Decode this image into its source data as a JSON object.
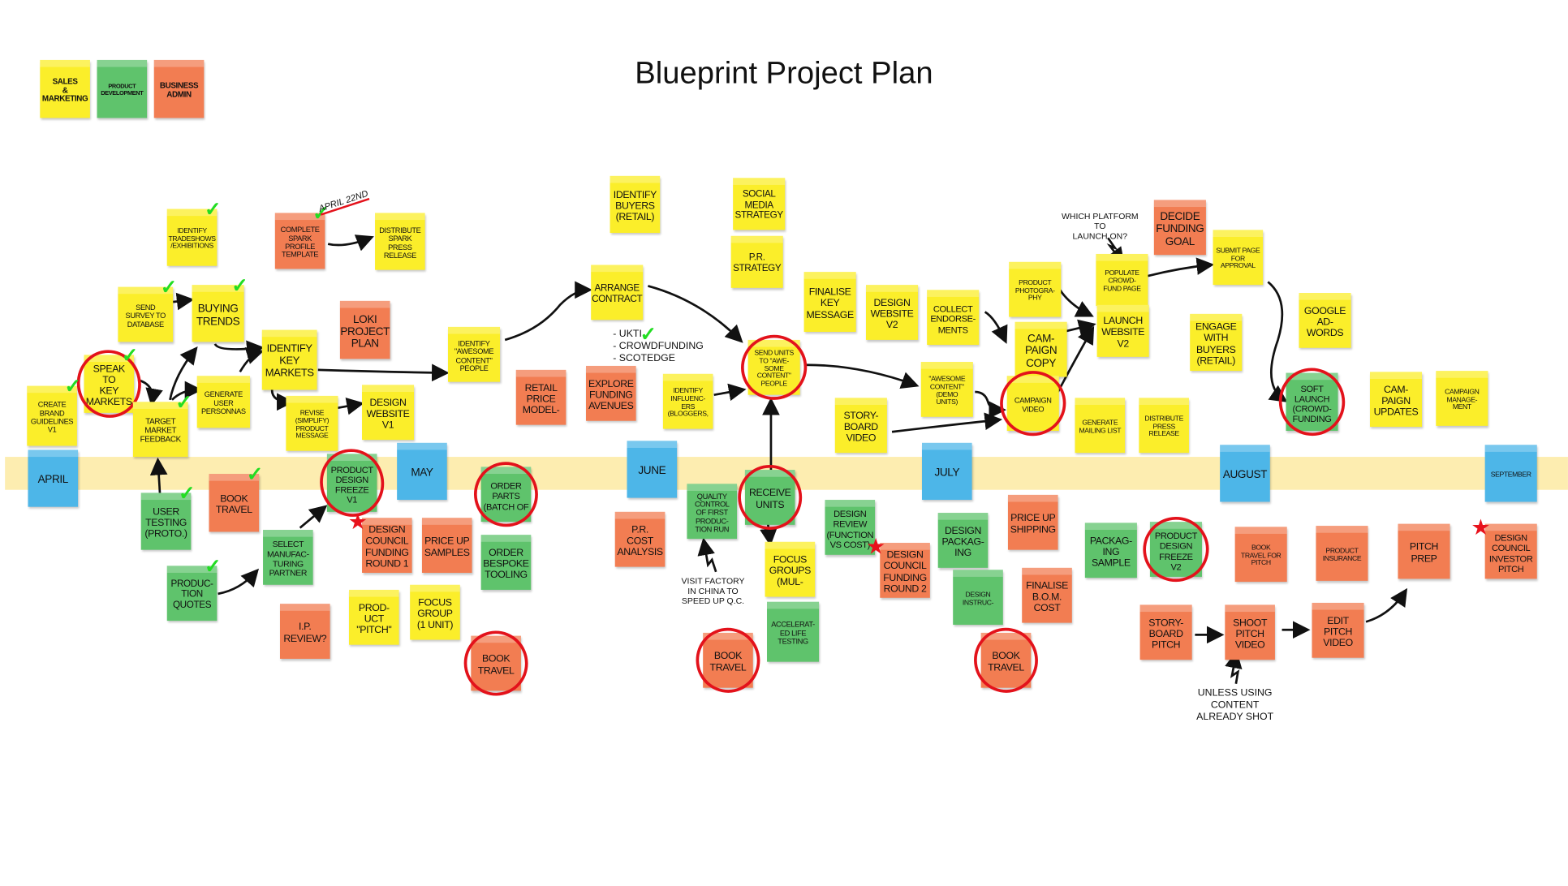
{
  "title": "Blueprint Project Plan",
  "colors": {
    "sales_marketing": "#fbee2a",
    "product_development": "#5fc36c",
    "business_admin": "#f27d52",
    "month": "#4db6e8",
    "timeline": "#fdedb0",
    "circle": "#e3121b",
    "check": "#22dd22"
  },
  "legend": [
    {
      "label": "SALES\n&\nMARKETING",
      "category": "sales_marketing"
    },
    {
      "label": "PRODUCT\nDEVELOPMENT",
      "category": "product_development"
    },
    {
      "label": "BUSINESS\nADMIN",
      "category": "business_admin"
    }
  ],
  "months": [
    "APRIL",
    "MAY",
    "JUNE",
    "JULY",
    "AUGUST",
    "SEPTEMBER"
  ],
  "annotations": {
    "april_22nd": "APRIL 22ND",
    "funding_list": "- UKTI\n- CROWDFUNDING\n- SCOTEDGE",
    "which_platform": "WHICH PLATFORM TO\nLAUNCH ON?",
    "visit_factory": "VISIT FACTORY\nIN CHINA TO\nSPEED UP Q.C.",
    "unless_using": "UNLESS USING\nCONTENT\nALREADY SHOT"
  },
  "notes": [
    {
      "text": "IDENTIFY\nTRADESHOWS\n/EXHIBITIONS",
      "category": "sales_marketing",
      "done": true
    },
    {
      "text": "COMPLETE\nSPARK\nPROFILE\nTEMPLATE",
      "category": "business_admin",
      "done": true
    },
    {
      "text": "DISTRIBUTE\nSPARK PRESS\nRELEASE",
      "category": "sales_marketing"
    },
    {
      "text": "SEND\nSURVEY TO\nDATABASE",
      "category": "sales_marketing",
      "done": true
    },
    {
      "text": "BUYING\nTRENDS",
      "category": "sales_marketing",
      "done": true
    },
    {
      "text": "LOKI\nPROJECT\nPLAN",
      "category": "business_admin"
    },
    {
      "text": "IDENTIFY\nKEY\nMARKETS",
      "category": "sales_marketing"
    },
    {
      "text": "SPEAK TO\nKEY\nMARKETS",
      "category": "sales_marketing",
      "done": true,
      "circled": true
    },
    {
      "text": "CREATE\nBRAND\nGUIDELINES\nV1",
      "category": "sales_marketing",
      "done": true
    },
    {
      "text": "TARGET\nMARKET\nFEEDBACK",
      "category": "sales_marketing",
      "done": true
    },
    {
      "text": "GENERATE\nUSER\nPERSONNAS",
      "category": "sales_marketing"
    },
    {
      "text": "REVISE\n(SIMPLIFY)\nPRODUCT\nMESSAGE",
      "category": "sales_marketing"
    },
    {
      "text": "DESIGN\nWEBSITE\nV1",
      "category": "sales_marketing"
    },
    {
      "text": "IDENTIFY\n\"AWESOME\nCONTENT\"\nPEOPLE",
      "category": "sales_marketing"
    },
    {
      "text": "IDENTIFY\nBUYERS\n(RETAIL)",
      "category": "sales_marketing"
    },
    {
      "text": "ARRANGE\nCONTRACT",
      "category": "sales_marketing"
    },
    {
      "text": "SOCIAL\nMEDIA\nSTRATEGY",
      "category": "sales_marketing"
    },
    {
      "text": "P.R.\nSTRATEGY",
      "category": "sales_marketing"
    },
    {
      "text": "FINALISE\nKEY\nMESSAGE",
      "category": "sales_marketing"
    },
    {
      "text": "DESIGN\nWEBSITE\nV2",
      "category": "sales_marketing"
    },
    {
      "text": "COLLECT\nENDORSE-\nMENTS",
      "category": "sales_marketing"
    },
    {
      "text": "RETAIL\nPRICE\nMODEL-",
      "category": "business_admin"
    },
    {
      "text": "EXPLORE\nFUNDING\nAVENUES",
      "category": "business_admin"
    },
    {
      "text": "IDENTIFY\nINFLUENC-\nERS\n(BLOGGERS,",
      "category": "sales_marketing"
    },
    {
      "text": "SEND UNITS\nTO \"AWE-\nSOME\nCONTENT\"\nPEOPLE",
      "category": "sales_marketing",
      "circled": true
    },
    {
      "text": "STORY-\nBOARD\nVIDEO",
      "category": "sales_marketing"
    },
    {
      "text": "\"AWESOME\nCONTENT\"\n(DEMO\nUNITS)",
      "category": "sales_marketing"
    },
    {
      "text": "PRODUCT\nPHOTOGRA-\nPHY",
      "category": "sales_marketing"
    },
    {
      "text": "CAM-\nPAIGN\nCOPY",
      "category": "sales_marketing"
    },
    {
      "text": "CAMPAIGN\nVIDEO",
      "category": "sales_marketing",
      "circled": true
    },
    {
      "text": "POPULATE\nCROWD-\nFUND PAGE",
      "category": "sales_marketing"
    },
    {
      "text": "LAUNCH\nWEBSITE\nV2",
      "category": "sales_marketing"
    },
    {
      "text": "DECIDE\nFUNDING\nGOAL",
      "category": "business_admin"
    },
    {
      "text": "SUBMIT PAGE\nFOR\nAPPROVAL",
      "category": "sales_marketing"
    },
    {
      "text": "GENERATE\nMAILING LIST",
      "category": "sales_marketing"
    },
    {
      "text": "DISTRIBUTE\nPRESS\nRELEASE",
      "category": "sales_marketing"
    },
    {
      "text": "ENGAGE\nWITH\nBUYERS\n(RETAIL)",
      "category": "sales_marketing"
    },
    {
      "text": "GOOGLE\nAD-\nWORDS",
      "category": "sales_marketing"
    },
    {
      "text": "SOFT\nLAUNCH\n(CROWD-\nFUNDING",
      "category": "product_development",
      "circled": true
    },
    {
      "text": "CAM-\nPAIGN\nUPDATES",
      "category": "sales_marketing"
    },
    {
      "text": "CAMPAIGN\nMANAGE-\nMENT",
      "category": "sales_marketing"
    },
    {
      "text": "USER\nTESTING\n(PROTO.)",
      "category": "product_development",
      "done": true
    },
    {
      "text": "BOOK\nTRAVEL",
      "category": "business_admin",
      "done": true
    },
    {
      "text": "PRODUCT\nDESIGN\nFREEZE\nV1",
      "category": "product_development",
      "circled": true
    },
    {
      "text": "PRODUC-\nTION\nQUOTES",
      "category": "product_development",
      "done": true
    },
    {
      "text": "SELECT\nMANUFAC-\nTURING\nPARTNER",
      "category": "product_development"
    },
    {
      "text": "DESIGN\nCOUNCIL\nFUNDING\nROUND 1",
      "category": "business_admin",
      "starred": true
    },
    {
      "text": "PRICE UP\nSAMPLES",
      "category": "business_admin"
    },
    {
      "text": "ORDER\nPARTS\n(BATCH OF",
      "category": "product_development",
      "circled": true
    },
    {
      "text": "ORDER\nBESPOKE\nTOOLING",
      "category": "product_development"
    },
    {
      "text": "I.P.\nREVIEW?",
      "category": "business_admin"
    },
    {
      "text": "PROD-\nUCT\n\"PITCH\"",
      "category": "sales_marketing"
    },
    {
      "text": "FOCUS\nGROUP\n(1 UNIT)",
      "category": "sales_marketing"
    },
    {
      "text": "BOOK\nTRAVEL",
      "category": "business_admin",
      "circled": true
    },
    {
      "text": "P.R. COST\nANALYSIS",
      "category": "business_admin"
    },
    {
      "text": "QUALITY\nCONTROL\nOF FIRST\nPRODUC-\nTION RUN",
      "category": "product_development"
    },
    {
      "text": "RECEIVE\nUNITS",
      "category": "product_development",
      "circled": true
    },
    {
      "text": "FOCUS\nGROUPS\n(MUL-",
      "category": "sales_marketing"
    },
    {
      "text": "ACCELERAT-\nED LIFE\nTESTING",
      "category": "product_development"
    },
    {
      "text": "BOOK\nTRAVEL",
      "category": "business_admin",
      "circled": true
    },
    {
      "text": "DESIGN\nREVIEW\n(FUNCTION\nVS COST)",
      "category": "product_development"
    },
    {
      "text": "DESIGN\nCOUNCIL\nFUNDING\nROUND 2",
      "category": "business_admin",
      "starred": true
    },
    {
      "text": "DESIGN\nPACKAG-\nING",
      "category": "product_development"
    },
    {
      "text": "DESIGN\nINSTRUC-",
      "category": "product_development"
    },
    {
      "text": "PRICE UP\nSHIPPING",
      "category": "business_admin"
    },
    {
      "text": "FINALISE\nB.O.M.\nCOST",
      "category": "business_admin"
    },
    {
      "text": "BOOK\nTRAVEL",
      "category": "business_admin",
      "circled": true
    },
    {
      "text": "PACKAG-\nING\nSAMPLE",
      "category": "product_development"
    },
    {
      "text": "PRODUCT\nDESIGN\nFREEZE\nV2",
      "category": "product_development",
      "circled": true
    },
    {
      "text": "STORY-\nBOARD\nPITCH",
      "category": "business_admin"
    },
    {
      "text": "SHOOT\nPITCH\nVIDEO",
      "category": "business_admin"
    },
    {
      "text": "EDIT\nPITCH\nVIDEO",
      "category": "business_admin"
    },
    {
      "text": "BOOK\nTRAVEL FOR\nPITCH",
      "category": "business_admin"
    },
    {
      "text": "PRODUCT\nINSURANCE",
      "category": "business_admin"
    },
    {
      "text": "PITCH\nPREP",
      "category": "business_admin"
    },
    {
      "text": "DESIGN\nCOUNCIL\nINVESTOR\nPITCH",
      "category": "business_admin",
      "starred": true
    }
  ]
}
